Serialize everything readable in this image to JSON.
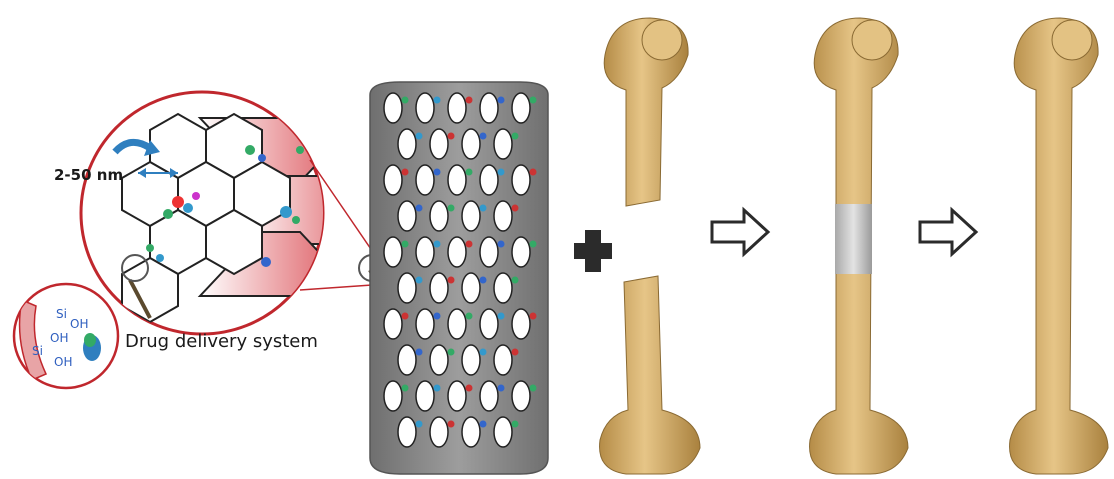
{
  "labels": {
    "pore_size": "2-50 nm",
    "drug_delivery": "Drug delivery system"
  },
  "silica_groups": [
    "Si",
    "OH",
    "OH",
    "Si",
    "OH"
  ],
  "colors": {
    "bone": "#d9b46e",
    "bone_shadow": "#a9813e",
    "scaffold": "#8e8e8e",
    "implant": "#c8c8c8",
    "hex_pink": "#e8a4a6",
    "magnifier_ring": "#c0272d",
    "plus": "#2b2b2b",
    "arrow_blue": "#2f7fbf"
  },
  "icons": [
    "plus-icon",
    "right-arrow-icon",
    "right-arrow-icon",
    "rotate-arrow-icon"
  ]
}
